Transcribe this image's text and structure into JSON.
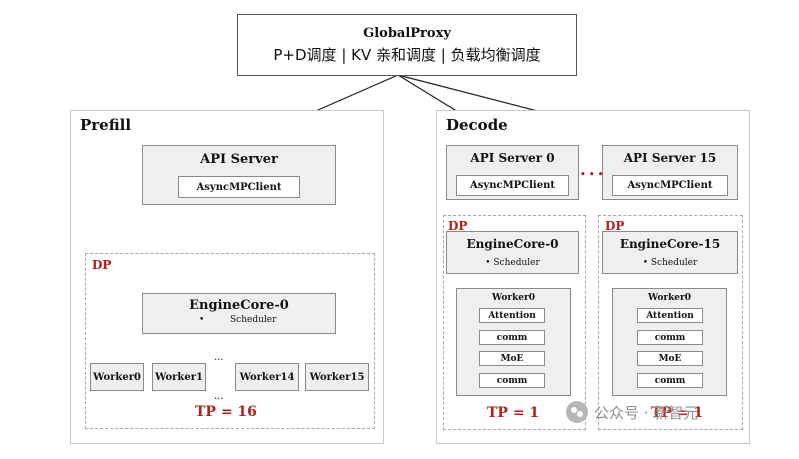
{
  "global": {
    "title": "GlobalProxy",
    "subtitle": "P+D调度 | KV 亲和调度 | 负载均衡调度"
  },
  "prefill": {
    "title": "Prefill",
    "api_server": "API Server",
    "client": "AsyncMPClient",
    "dp_label": "DP",
    "engine": "EngineCore-0",
    "scheduler": "Scheduler",
    "bullet": "•",
    "workers": [
      "Worker0",
      "Worker1",
      "Worker14",
      "Worker15"
    ],
    "ellipsis_top": "...",
    "ellipsis_bottom": "...",
    "tp": "TP = 16"
  },
  "decode": {
    "title": "Decode",
    "dots": "• • •",
    "left": {
      "api_server": "API Server 0",
      "client": "AsyncMPClient",
      "dp_label": "DP",
      "engine": "EngineCore-0",
      "scheduler": "• Scheduler",
      "worker": "Worker0",
      "items": [
        "Attention",
        "comm",
        "MoE",
        "comm"
      ],
      "tp": "TP = 1"
    },
    "right": {
      "api_server": "API Server 15",
      "client": "AsyncMPClient",
      "dp_label": "DP",
      "engine": "EngineCore-15",
      "scheduler": "• Scheduler",
      "worker": "Worker0",
      "items": [
        "Attention",
        "comm",
        "MoE",
        "comm"
      ],
      "tp": "TP = 1"
    }
  },
  "watermark": {
    "text": "公众号 · 新智元"
  },
  "colors": {
    "box_fill": "#efefef",
    "box_border": "#8a8a8a",
    "accent_red": "#b3201b",
    "link_blue": "#3f86c9",
    "tree_blue": "#8fb3d6"
  }
}
